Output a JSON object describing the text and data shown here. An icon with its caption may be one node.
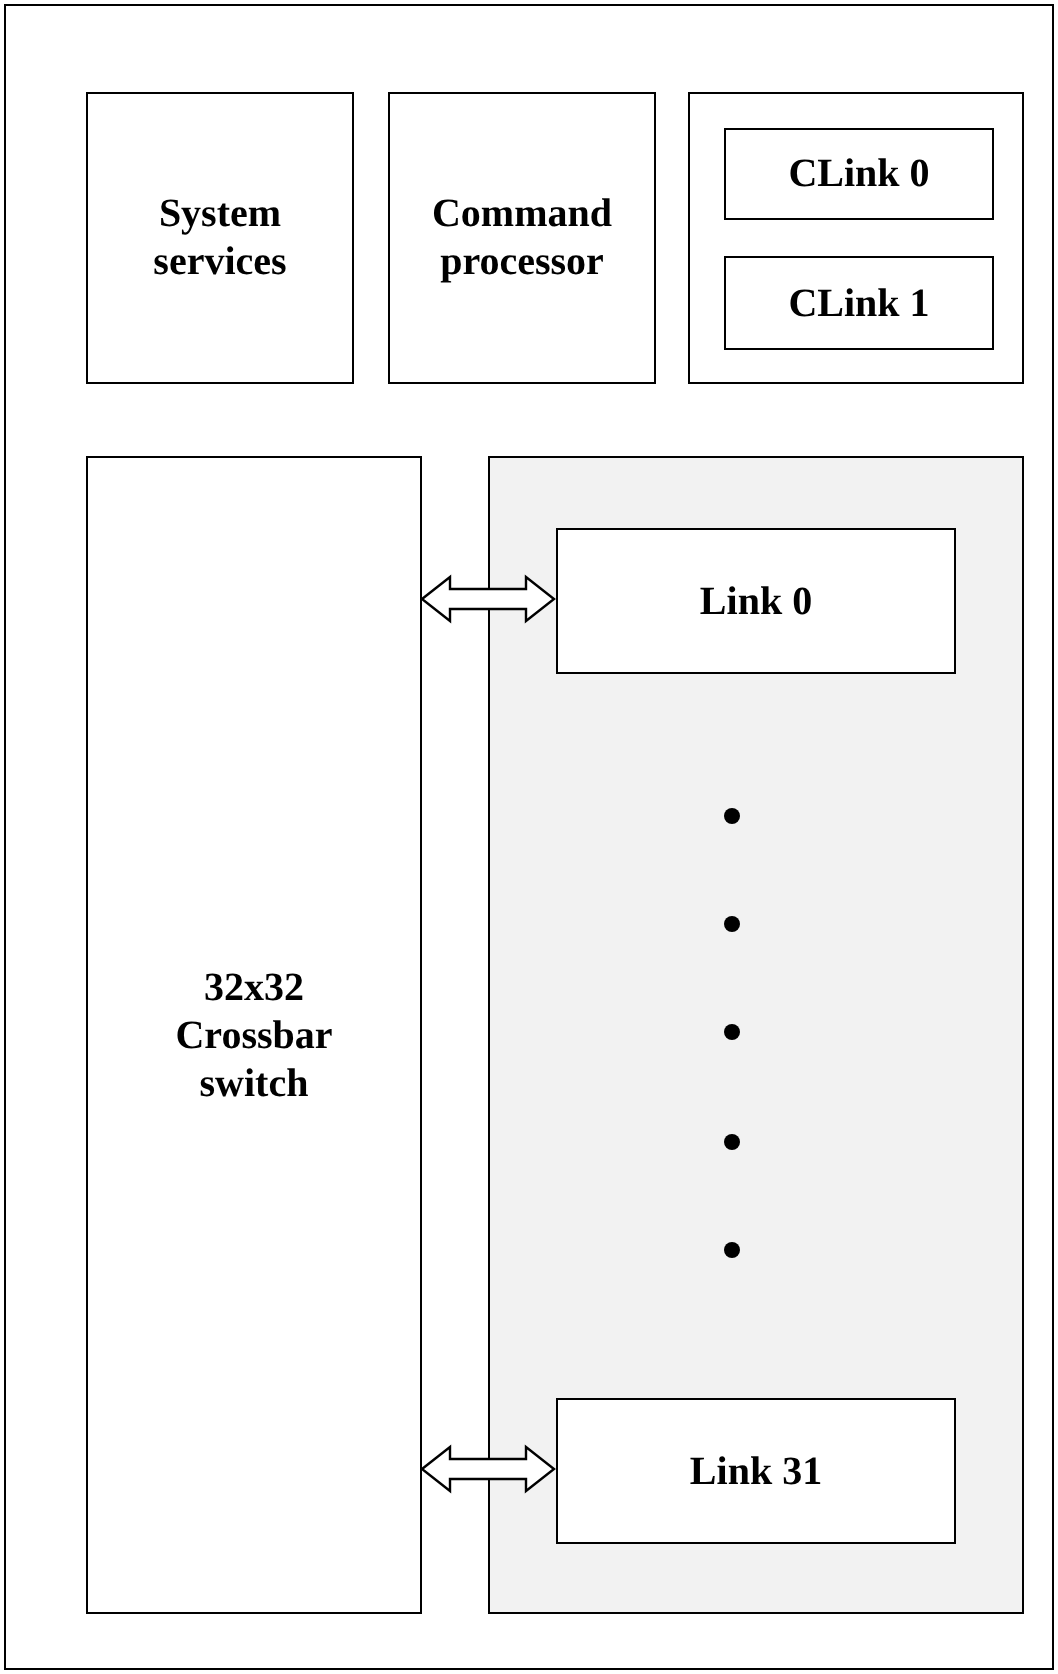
{
  "diagram": {
    "nodes": [
      {
        "text": [
          "System services"
        ]
      },
      {
        "text": [
          "Command processor"
        ]
      },
      {
        "text": [],
        "shape": "box"
      },
      {
        "text": [
          "CLink 0"
        ],
        "in": 2
      },
      {
        "text": [
          "CLink 1"
        ],
        "in": 2
      },
      {
        "text": [
          "32x32 Crossbar switch"
        ]
      },
      {
        "text": [],
        "shape": "box"
      },
      {
        "text": [
          "Link 0"
        ],
        "in": 6
      },
      {
        "text": [
          "Link 31"
        ],
        "in": 6
      }
    ],
    "edges": [
      {
        "from": 5,
        "to": 7,
        "arrow": "both"
      },
      {
        "from": 5,
        "to": 8,
        "arrow": "both"
      }
    ]
  }
}
